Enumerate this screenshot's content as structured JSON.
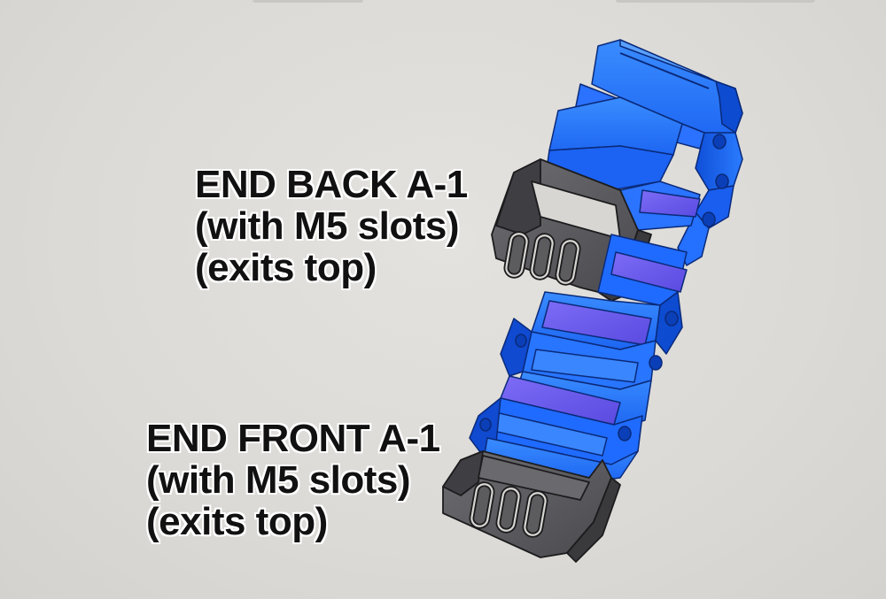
{
  "labels": {
    "back": {
      "line1": "END BACK A-1",
      "line2": "(with M5 slots)",
      "line3": "(exits top)"
    },
    "front": {
      "line1": "END FRONT A-1",
      "line2": "(with M5 slots)",
      "line3": "(exits top)"
    }
  },
  "colors": {
    "background": "#dedcd8",
    "link_blue": "#1f6bff",
    "link_blue_dark": "#0b45c9",
    "crossbar_violet": "#6a5cf0",
    "end_bracket_gray": "#5c5c5f",
    "label_text": "#111111"
  }
}
